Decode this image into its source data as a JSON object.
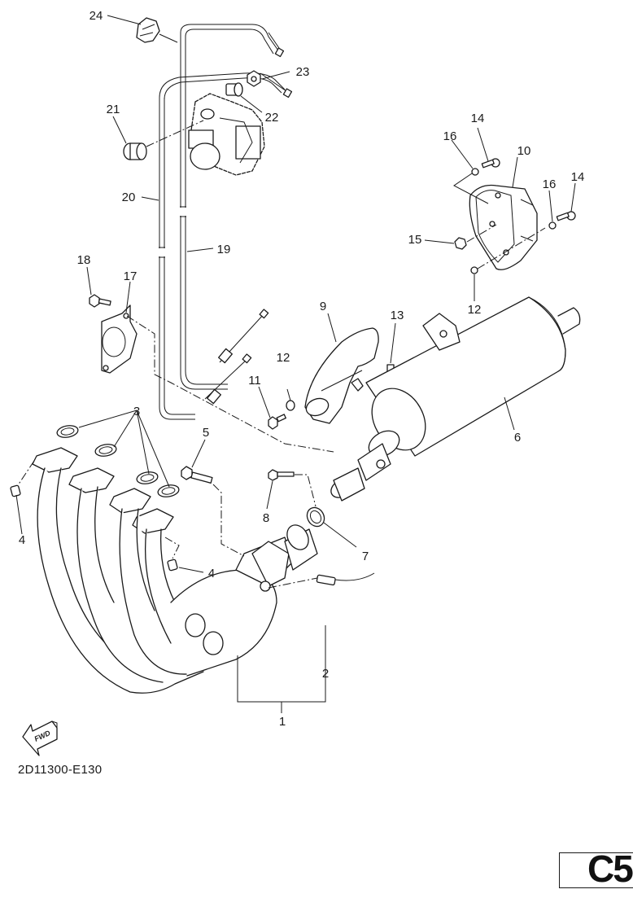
{
  "diagram": {
    "title": "Exhaust system exploded parts diagram",
    "callouts": [
      {
        "id": "1",
        "label": "1"
      },
      {
        "id": "2",
        "label": "2"
      },
      {
        "id": "3",
        "label": "3"
      },
      {
        "id": "4a",
        "label": "4"
      },
      {
        "id": "4b",
        "label": "4"
      },
      {
        "id": "5",
        "label": "5"
      },
      {
        "id": "6",
        "label": "6"
      },
      {
        "id": "7",
        "label": "7"
      },
      {
        "id": "8",
        "label": "8"
      },
      {
        "id": "9",
        "label": "9"
      },
      {
        "id": "10",
        "label": "10"
      },
      {
        "id": "11",
        "label": "11"
      },
      {
        "id": "12a",
        "label": "12"
      },
      {
        "id": "12b",
        "label": "12"
      },
      {
        "id": "13",
        "label": "13"
      },
      {
        "id": "14a",
        "label": "14"
      },
      {
        "id": "14b",
        "label": "14"
      },
      {
        "id": "15",
        "label": "15"
      },
      {
        "id": "16a",
        "label": "16"
      },
      {
        "id": "16b",
        "label": "16"
      },
      {
        "id": "17",
        "label": "17"
      },
      {
        "id": "18",
        "label": "18"
      },
      {
        "id": "19",
        "label": "19"
      },
      {
        "id": "20",
        "label": "20"
      },
      {
        "id": "21",
        "label": "21"
      },
      {
        "id": "22",
        "label": "22"
      },
      {
        "id": "23",
        "label": "23"
      },
      {
        "id": "24",
        "label": "24"
      }
    ],
    "fwd_arrow_label": "FWD",
    "drawing_code": "2D11300-E130",
    "page_code": "C5"
  }
}
